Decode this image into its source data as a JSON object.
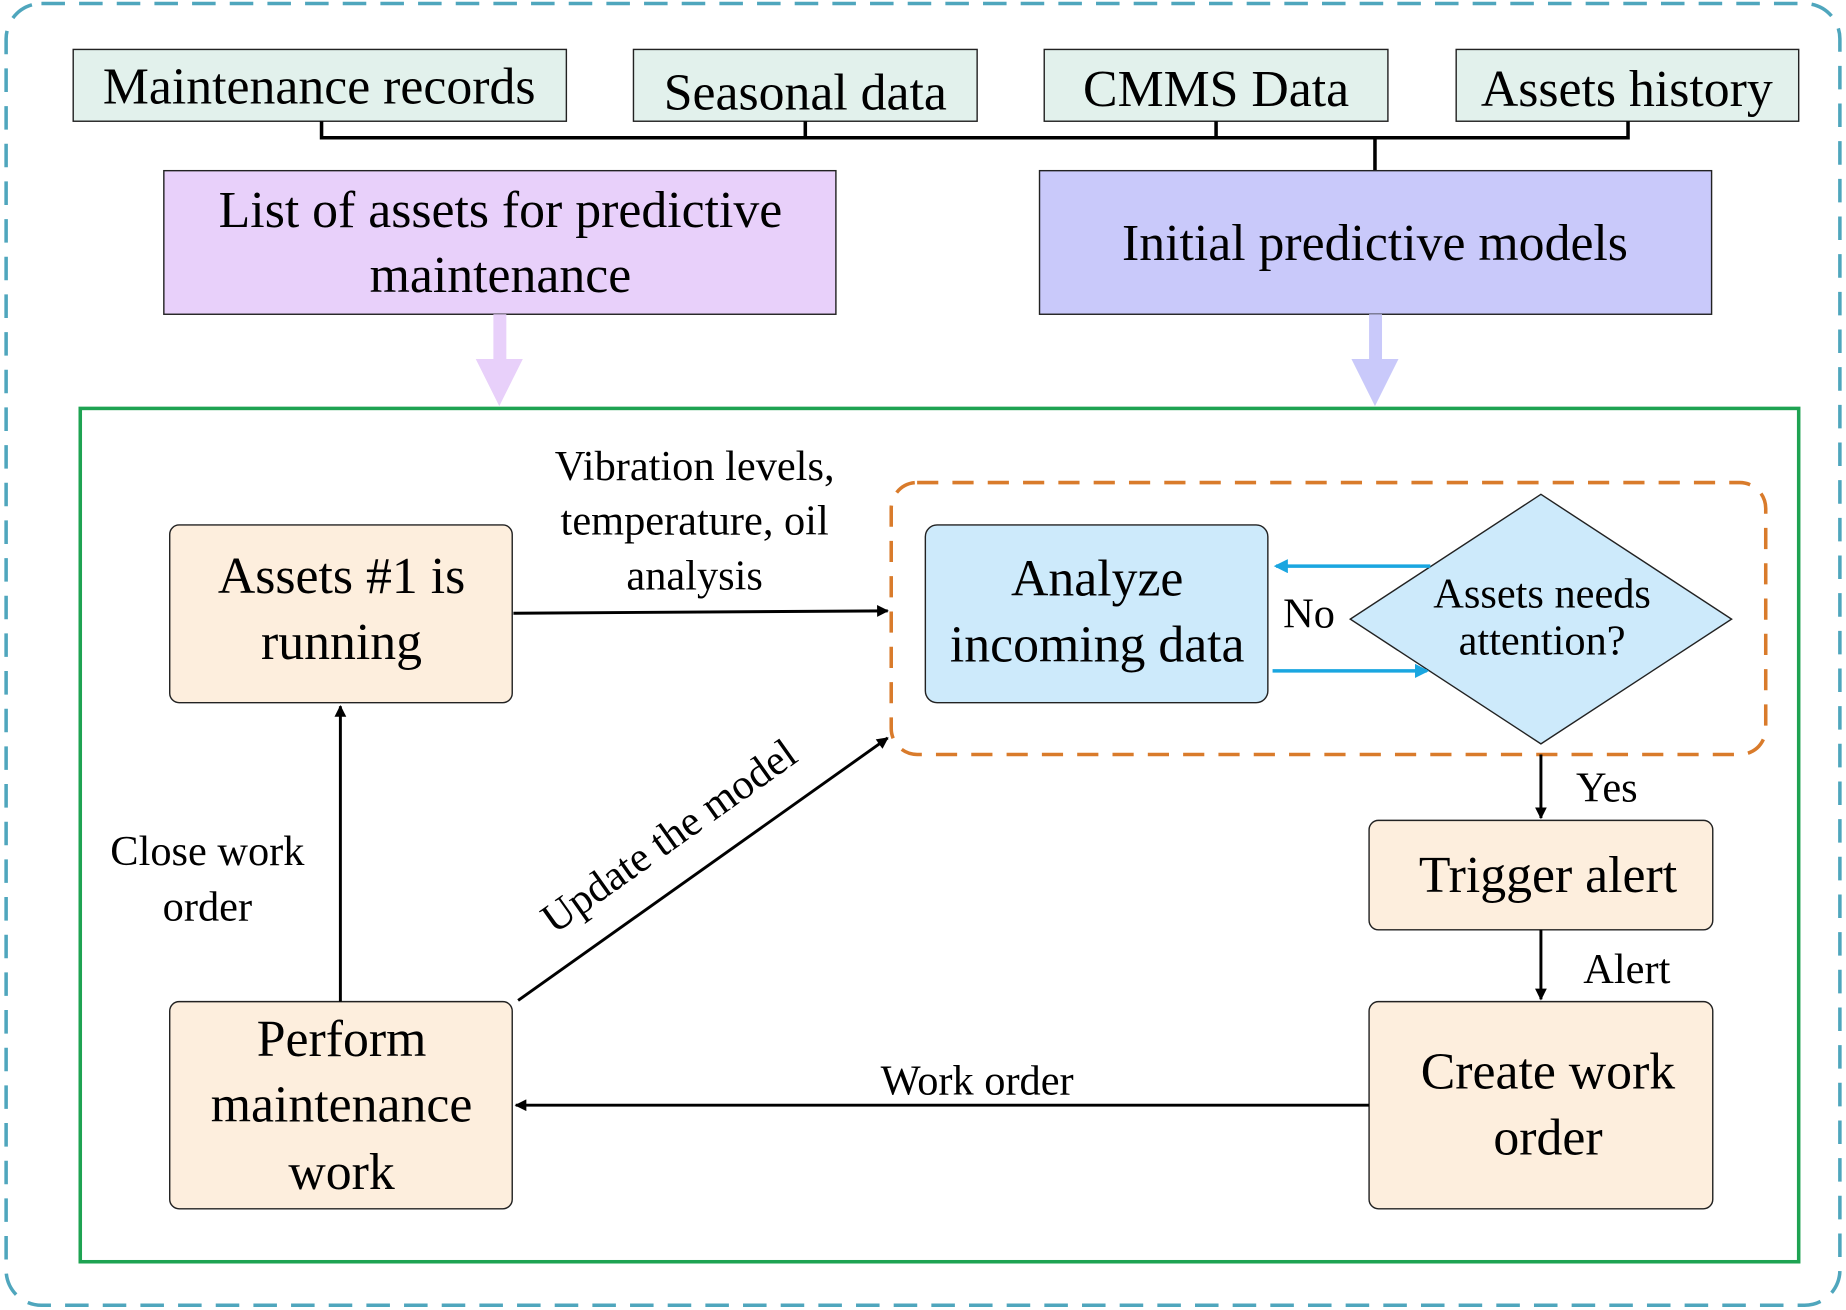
{
  "sources": [
    {
      "label": "Maintenance records"
    },
    {
      "label": "Seasonal data"
    },
    {
      "label": "CMMS Data"
    },
    {
      "label": "Assets history"
    }
  ],
  "asset_list": {
    "lines": [
      "List of assets for predictive",
      "maintenance"
    ]
  },
  "initial_models": {
    "label": "Initial predictive models"
  },
  "nodes": {
    "asset_running": {
      "lines": [
        "Assets #1 is",
        "running"
      ]
    },
    "analyze": {
      "lines": [
        "Analyze",
        "incoming data"
      ]
    },
    "decision": {
      "lines": [
        "Assets needs",
        "attention?"
      ]
    },
    "trigger": {
      "label": "Trigger alert"
    },
    "create_wo": {
      "lines": [
        "Create work",
        "order"
      ]
    },
    "perform": {
      "lines": [
        "Perform",
        "maintenance",
        "work"
      ]
    }
  },
  "edges": {
    "sensor_data": {
      "lines": [
        "Vibration levels,",
        "temperature, oil",
        "analysis"
      ]
    },
    "no": "No",
    "yes": "Yes",
    "alert": "Alert",
    "work_order": "Work order",
    "close_wo": {
      "lines": [
        "Close work",
        "order"
      ]
    },
    "update_model": "Update the model"
  },
  "colors": {
    "outer_border": "#4fa6bd",
    "source_fill": "#e2f1ec",
    "asset_list_fill": "#e8d0fa",
    "models_fill": "#c9c9fa",
    "process_border": "#1ea352",
    "analysis_border": "#d97b2b",
    "analysis_fill": "#cdeafb",
    "step_fill": "#fdeedd",
    "loop_arrow": "#1aa6e0"
  }
}
